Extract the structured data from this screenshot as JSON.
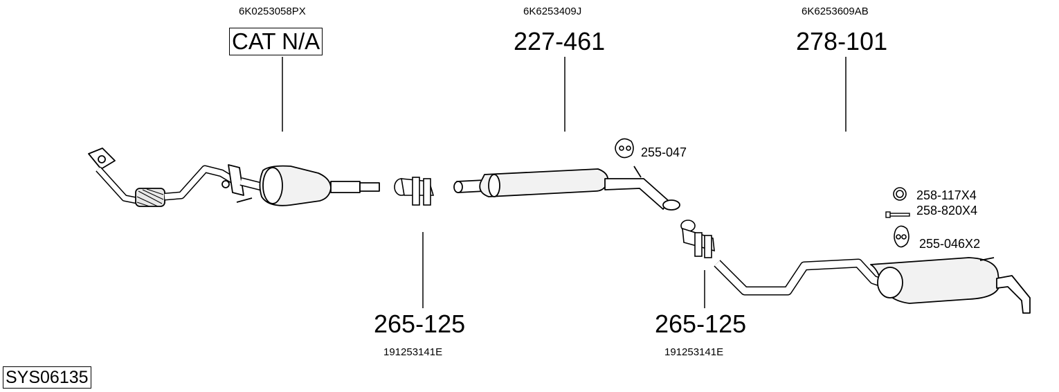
{
  "diagram": {
    "system_code": "SYS06135",
    "parts": [
      {
        "oem": "6K0253058PX",
        "part_number": "CAT N/A",
        "boxed": true
      },
      {
        "oem": "6K6253409J",
        "part_number": "227-461"
      },
      {
        "oem": "6K6253609AB",
        "part_number": "278-101"
      },
      {
        "oem": "191253141E",
        "part_number": "265-125"
      },
      {
        "oem": "191253141E",
        "part_number": "265-125"
      }
    ],
    "accessories": [
      {
        "part_number": "255-047"
      },
      {
        "part_number": "258-117X4"
      },
      {
        "part_number": "258-820X4"
      },
      {
        "part_number": "255-046X2"
      }
    ]
  }
}
